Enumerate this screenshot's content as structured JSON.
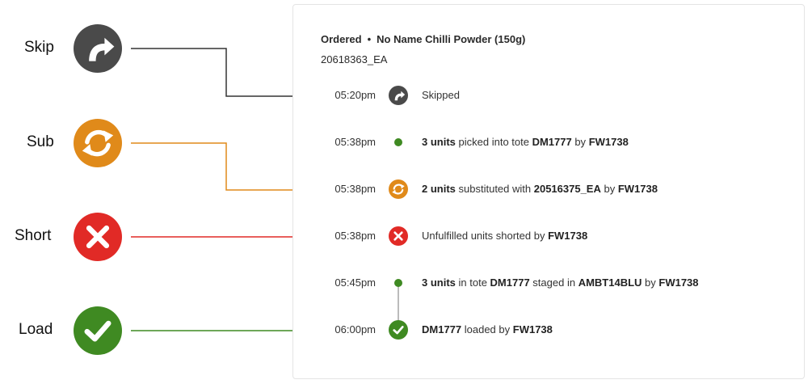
{
  "legend": [
    {
      "key": "skip",
      "label": "Skip",
      "icon": "skip-arrow-icon",
      "color": "#4a4a4a"
    },
    {
      "key": "sub",
      "label": "Sub",
      "icon": "substitute-cycle-icon",
      "color": "#e08a1a"
    },
    {
      "key": "short",
      "label": "Short",
      "icon": "short-x-icon",
      "color": "#e12a26"
    },
    {
      "key": "load",
      "label": "Load",
      "icon": "load-check-icon",
      "color": "#3f8a22"
    }
  ],
  "card": {
    "status": "Ordered",
    "separator": "•",
    "product_name": "No Name Chilli Powder (150g)",
    "sku": "20618363_EA"
  },
  "events": [
    {
      "time": "05:20pm",
      "icon": "skip-arrow-icon",
      "parts": [
        {
          "t": "Skipped",
          "b": false
        }
      ]
    },
    {
      "time": "05:38pm",
      "icon": "dot-icon",
      "parts": [
        {
          "t": "3 units",
          "b": true
        },
        {
          "t": " picked into tote ",
          "b": false
        },
        {
          "t": "DM1777",
          "b": true
        },
        {
          "t": " by ",
          "b": false
        },
        {
          "t": "FW1738",
          "b": true
        }
      ]
    },
    {
      "time": "05:38pm",
      "icon": "substitute-cycle-icon",
      "parts": [
        {
          "t": "2 units",
          "b": true
        },
        {
          "t": " substituted with ",
          "b": false
        },
        {
          "t": "20516375_EA",
          "b": true
        },
        {
          "t": " by ",
          "b": false
        },
        {
          "t": "FW1738",
          "b": true
        }
      ]
    },
    {
      "time": "05:38pm",
      "icon": "short-x-icon",
      "parts": [
        {
          "t": "Unfulfilled units shorted by ",
          "b": false
        },
        {
          "t": "FW1738",
          "b": true
        }
      ]
    },
    {
      "time": "05:45pm",
      "icon": "dot-icon",
      "parts": [
        {
          "t": "3 units",
          "b": true
        },
        {
          "t": " in tote ",
          "b": false
        },
        {
          "t": "DM1777",
          "b": true
        },
        {
          "t": " staged in ",
          "b": false
        },
        {
          "t": "AMBT14BLU",
          "b": true
        },
        {
          "t": " by ",
          "b": false
        },
        {
          "t": "FW1738",
          "b": true
        }
      ]
    },
    {
      "time": "06:00pm",
      "icon": "load-check-icon",
      "parts": [
        {
          "t": "DM1777",
          "b": true
        },
        {
          "t": " loaded by ",
          "b": false
        },
        {
          "t": "FW1738",
          "b": true
        }
      ]
    }
  ],
  "colors": {
    "skip": "#4a4a4a",
    "sub": "#e08a1a",
    "short": "#e12a26",
    "load": "#3f8a22",
    "dot": "#3f8a22",
    "timeline_line": "#bbbbbb"
  }
}
